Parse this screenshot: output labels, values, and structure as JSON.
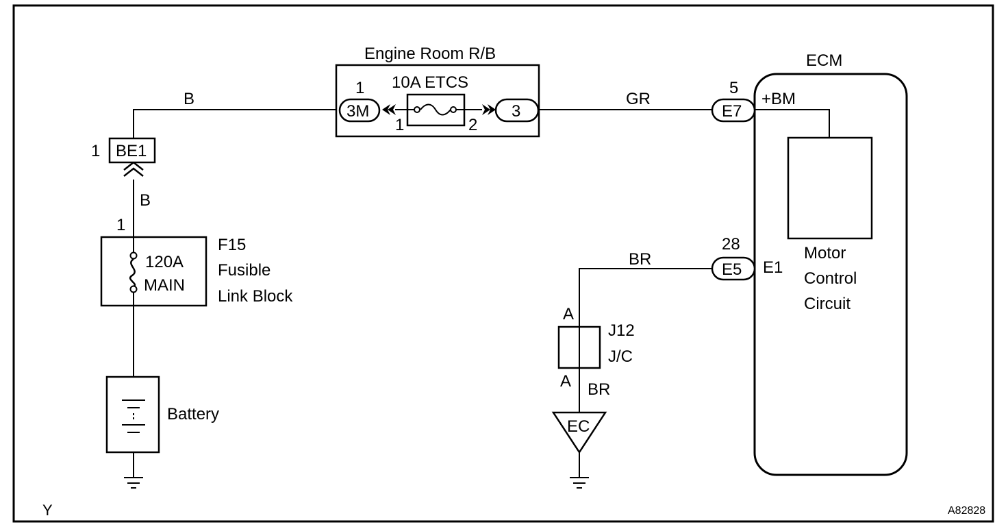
{
  "diagram": {
    "id_code": "A82828",
    "corner_mark": "Y",
    "battery": {
      "label": "Battery"
    },
    "fusible_link": {
      "code": "F15",
      "name_line1": "Fusible",
      "name_line2": "Link Block",
      "rating": "120A",
      "fuse_name": "MAIN",
      "pin": "1"
    },
    "connector_be1": {
      "code": "BE1",
      "pin": "1"
    },
    "wires": {
      "b_lower": "B",
      "b_upper": "B",
      "gr": "GR",
      "br_top": "BR",
      "br_bottom": "BR"
    },
    "relay_block": {
      "title": "Engine Room R/B",
      "fuse_label": "10A ETCS",
      "left_connector": "3M",
      "left_connector_pin": "1",
      "fuse_pin_left": "1",
      "fuse_pin_right": "2",
      "right_connector": "3"
    },
    "ecm": {
      "title": "ECM",
      "terminal_e7": "E7",
      "terminal_e7_pin": "5",
      "terminal_bm": "+BM",
      "terminal_e5": "E5",
      "terminal_e5_pin": "28",
      "terminal_e1": "E1",
      "circuit_line1": "Motor",
      "circuit_line2": "Control",
      "circuit_line3": "Circuit"
    },
    "junction": {
      "code": "J12",
      "type": "J/C",
      "pin_top": "A",
      "pin_bottom": "A"
    },
    "ground_ec": {
      "label": "EC"
    }
  }
}
